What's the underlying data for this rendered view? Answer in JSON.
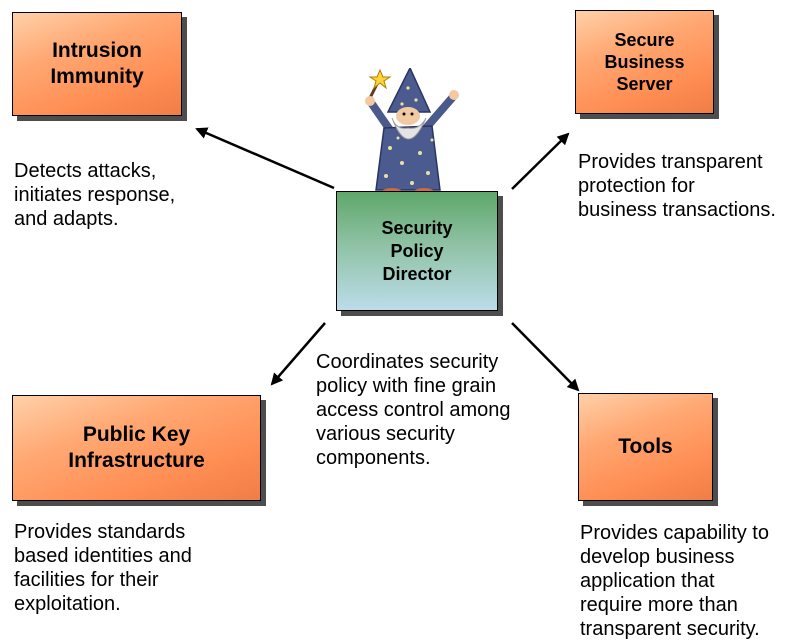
{
  "diagram": {
    "center": {
      "title_line1": "Security",
      "title_line2": "Policy",
      "title_line3": "Director",
      "description": "Coordinates security\npolicy with fine grain\naccess control among\nvarious security\ncomponents."
    },
    "nodes": {
      "intrusion": {
        "title_line1": "Intrusion",
        "title_line2": "Immunity",
        "description": "Detects attacks,\ninitiates response,\nand adapts."
      },
      "secure_server": {
        "title_line1": "Secure",
        "title_line2": "Business",
        "title_line3": "Server",
        "description": "Provides transparent\nprotection for\nbusiness transactions."
      },
      "pki": {
        "title_line1": "Public Key",
        "title_line2": "Infrastructure",
        "description": "Provides standards\nbased identities and\nfacilities for their\nexploitation."
      },
      "tools": {
        "title_line1": "Tools",
        "description": "Provides capability to\ndevelop business\napplication that\nrequire more than\ntransparent security."
      }
    },
    "colors": {
      "node_fill": "#ff9a60",
      "center_fill_top": "#5fa76a",
      "center_fill_bottom": "#bcdcea",
      "shadow": "#4d4d4d"
    },
    "mascot_icon": "wizard-icon"
  }
}
